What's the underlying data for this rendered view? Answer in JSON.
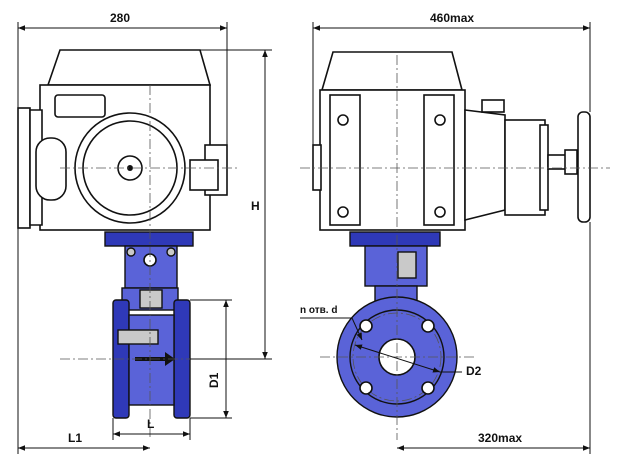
{
  "dimensions": {
    "front_width": "280",
    "side_width": "460max",
    "height": "H",
    "flange_diameter": "D1",
    "face_to_face": "L",
    "overall_length": "L1",
    "bolt_circle": "D2",
    "handwheel_extent": "320max",
    "bolt_holes": "n отв. d"
  },
  "colors": {
    "valve_body": "#5a63d8",
    "valve_dark": "#2f39b8",
    "actuator": "#ffffff",
    "adapter": "#c9c9c9"
  }
}
